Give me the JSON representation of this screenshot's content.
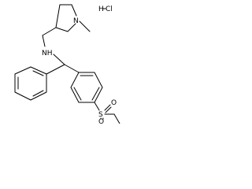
{
  "molecule": {
    "atom_labels": {
      "chloride": "Cl",
      "hydrogen_of_hcl": "H",
      "ring_nitrogen": "N",
      "amine": "NH",
      "sulfonyl_sulfur": "S",
      "sulfonyl_oxygen_top": "O",
      "sulfonyl_oxygen_bottom": "O"
    }
  },
  "colors": {
    "bond": "#000000",
    "text": "#000000",
    "background": "#ffffff"
  }
}
